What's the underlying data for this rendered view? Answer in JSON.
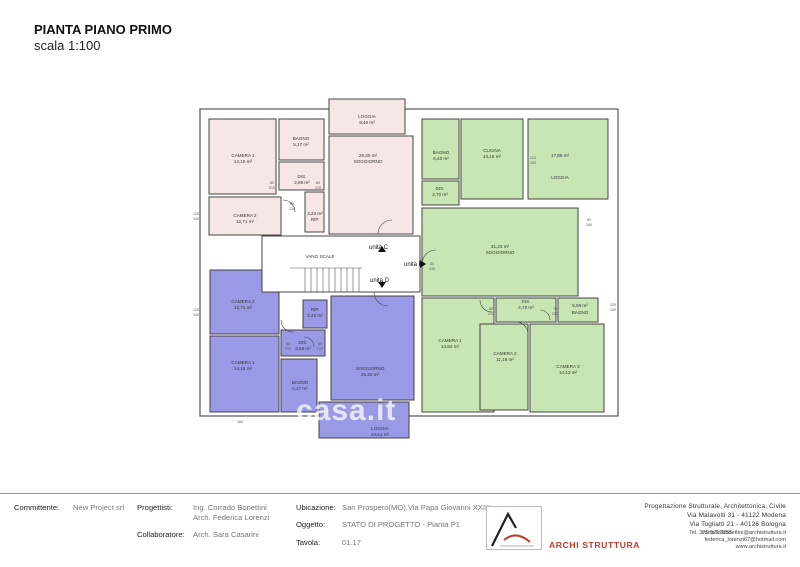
{
  "header": {
    "title": "PIANTA PIANO PRIMO",
    "scale": "scala 1:100"
  },
  "plan": {
    "vano_scale": "VANO SCALE",
    "units": [
      {
        "label": "unità C",
        "color": "#f7e6e6"
      },
      {
        "label": "unità D",
        "color": "#9999e6"
      },
      {
        "label": "unità E",
        "color": "#c8e6b4"
      }
    ],
    "unit_c": {
      "loggia_name": "LOGGIA",
      "loggia_area": "9,40 m²",
      "camera1_name": "CAMERA 1",
      "camera1_area": "14,16 m²",
      "bagno_name": "BAGNO",
      "bagno_area": "5,17 m²",
      "sogg_area": "25,30 m²",
      "sogg_name": "SOGGIORNO",
      "dis_name": "DIS.",
      "dis_area": "2,69 m²",
      "camera2_name": "CAMERA 2",
      "camera2_area": "12,71 m²",
      "rip_area": "2,22 m²",
      "rip_name": "RIP."
    },
    "unit_d": {
      "camera2_name": "CAMERA 2",
      "camera2_area": "12,71 m²",
      "rip_name": "RIP.",
      "rip_area": "2,22 m²",
      "dis_name": "DIS.",
      "dis_area": "2,69 m²",
      "camera1_name": "CAMERA 1",
      "camera1_area": "14,16 m²",
      "sogg_name": "SOGGIORNO",
      "sogg_area": "25,30 m²",
      "bagno_name": "BAGNO",
      "bagno_area": "5,17 m²",
      "loggia_name": "LOGGIA",
      "loggia_area": "10,51 m²"
    },
    "unit_e": {
      "bagno_name": "BAGNO",
      "bagno_area": "6,40 m²",
      "cucina_name": "CUCINA",
      "cucina_area": "14,15 m²",
      "loggia_area": "17,85 m²",
      "loggia_name": "LOGGIA",
      "dis1_name": "DIS.",
      "dis1_area": "2,70 m²",
      "sogg_area": "31,23 m²",
      "sogg_name": "SOGGIORNO",
      "dis2_name": "DIS.",
      "dis2_area": "4,70 m²",
      "bagno2_area": "5,59 m²",
      "bagno2_name": "BAGNO",
      "camera1_name": "CAMERA 1",
      "camera1_area": "14,82 m²",
      "camera2_name": "CAMERA 2",
      "camera2_area": "11,19 m²",
      "camera3_name": "CAMERA 3",
      "camera3_area": "14,13 m²"
    },
    "door_80": "80",
    "door_210": "210",
    "door_240": "240",
    "door_70": "70",
    "win_120": "120",
    "win_140": "140",
    "win_160": "160"
  },
  "watermark": "casa.it",
  "footer": {
    "committente_label": "Committente:",
    "committente_value": "New Project srl",
    "progettisti_label": "Progettisti:",
    "progettisti_1": "Ing. Corrado Bonettini",
    "progettisti_2": "Arch. Federica Lorenzi",
    "collaboratore_label": "Collaboratore:",
    "collaboratore_value": "Arch. Sara Casarini",
    "ubicazione_label": "Ubicazione:",
    "ubicazione_value": "San Prospero(MO),Via Papa Giovanni XXIII",
    "oggetto_label": "Oggetto:",
    "oggetto_value": "STATO DI PROGETTO - Pianta P1",
    "tavola_label": "Tavola:",
    "tavola_value": "01.17",
    "logo_text": "ARCHI STRUTTURA",
    "firm_1": "Progettazione Strutturale, Architettonica, Civile",
    "firm_2": "Via Malavolti 31 - 41122 Modena",
    "firm_3": "Via Togliatti 21 - 40126 Bologna",
    "firm_4": "Tel. 375 5713255",
    "firm_5": "corrado.bonettini@archistruttura.it",
    "firm_6": "federica_lorenzi67@hotmail.com",
    "firm_7": "www.archistruttura.it"
  }
}
